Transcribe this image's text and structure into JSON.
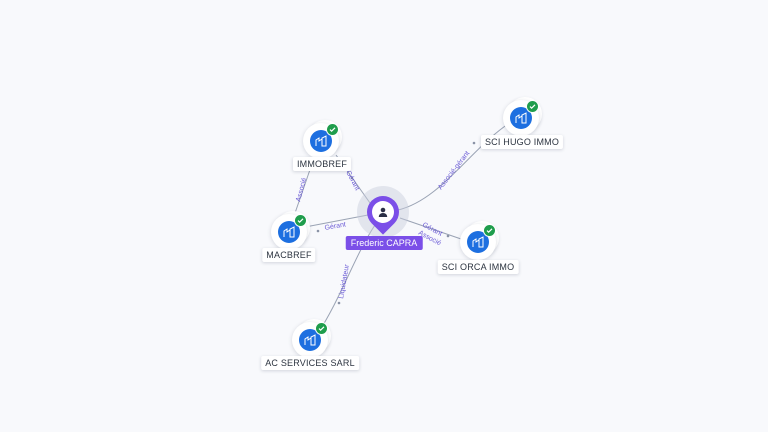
{
  "center": {
    "name": "Frederic CAPRA",
    "icon": "person-icon",
    "color": "#7b4fe8"
  },
  "companies": [
    {
      "id": "immobref",
      "name": "IMMOBREF",
      "icon": "building-icon",
      "verified": true
    },
    {
      "id": "macbref",
      "name": "MACBREF",
      "icon": "building-icon",
      "verified": true
    },
    {
      "id": "sci-hugo",
      "name": "SCI HUGO IMMO",
      "icon": "building-icon",
      "verified": true
    },
    {
      "id": "sci-orca",
      "name": "SCI ORCA IMMO",
      "icon": "building-icon",
      "verified": true
    },
    {
      "id": "ac-services",
      "name": "AC SERVICES SARL",
      "icon": "building-icon",
      "verified": true
    }
  ],
  "edges": [
    {
      "from": "center",
      "to": "immobref",
      "label": "Gérant"
    },
    {
      "from": "center",
      "to": "macbref",
      "label": "Gérant"
    },
    {
      "from": "immobref",
      "to": "macbref",
      "label": "Associé"
    },
    {
      "from": "center",
      "to": "sci-hugo",
      "label": "Associé-gérant"
    },
    {
      "from": "center",
      "to": "sci-orca",
      "label": "Gérant"
    },
    {
      "from": "center",
      "to": "sci-orca",
      "label": "Associé"
    },
    {
      "from": "center",
      "to": "ac-services",
      "label": "Liquidateur"
    }
  ],
  "colors": {
    "company": "#1d6fe0",
    "verified": "#1f9d4c",
    "edge_label": "#6b5bd6"
  }
}
